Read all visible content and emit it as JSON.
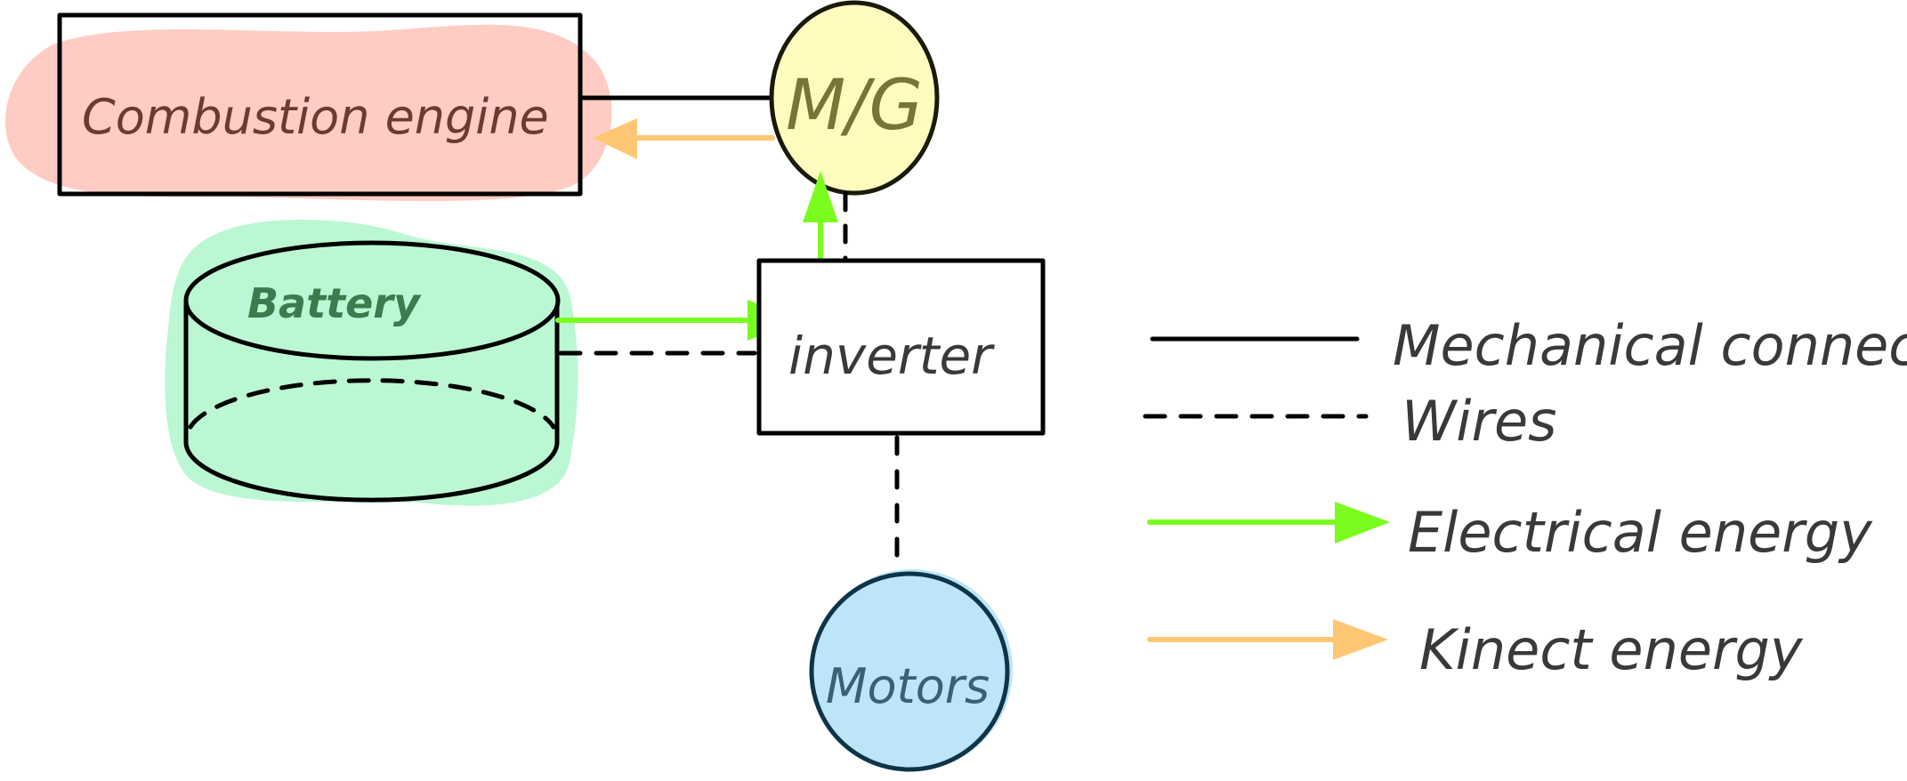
{
  "diagram": {
    "nodes": {
      "engine": {
        "label": "Combustion engine",
        "fill": "#ffc9c0",
        "text_color": "#6e3a30"
      },
      "mg": {
        "label": "M/G",
        "fill": "#fffcc0",
        "stroke": "#5c5423",
        "text_color": "#7a7535"
      },
      "battery": {
        "label": "Battery",
        "fill": "#bbf7d3",
        "text_color": "#3d7a4e"
      },
      "inverter": {
        "label": "inverter",
        "fill": "#ffffff",
        "text_color": "#3b3838"
      },
      "motors": {
        "label": "Motors",
        "fill": "#bde5f8",
        "stroke": "#0f3448",
        "text_color": "#3a6075"
      }
    },
    "edges": [
      {
        "from": "engine",
        "to": "mg",
        "type": "mechanical"
      },
      {
        "from": "mg",
        "to": "engine",
        "type": "kinetic"
      },
      {
        "from": "inverter",
        "to": "mg",
        "type": "electrical"
      },
      {
        "from": "mg",
        "to": "inverter",
        "type": "wire"
      },
      {
        "from": "battery",
        "to": "inverter",
        "type": "electrical"
      },
      {
        "from": "battery",
        "to": "inverter",
        "type": "wire"
      },
      {
        "from": "inverter",
        "to": "motors",
        "type": "wire"
      }
    ],
    "legend": [
      {
        "key": "mechanical",
        "label": "Mechanical connection",
        "style": "solid",
        "color": "#000000"
      },
      {
        "key": "wire",
        "label": "Wires",
        "style": "dashed",
        "color": "#000000"
      },
      {
        "key": "electrical",
        "label": "Electrical energy",
        "style": "arrow",
        "color": "#7bfc1f"
      },
      {
        "key": "kinetic",
        "label": "Kinect energy",
        "style": "arrow",
        "color": "#ffc773"
      }
    ]
  }
}
